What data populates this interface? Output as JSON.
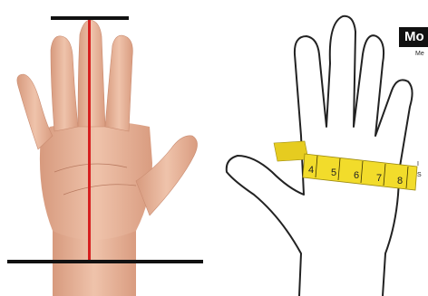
{
  "left_photo": {
    "line_color": "#d61f1f",
    "bar_color": "#111111",
    "skin_color": "#e8b49a"
  },
  "right_diagram": {
    "badge_text": "Mo",
    "subtext": "Me",
    "tape_ticks": [
      "4",
      "5",
      "6",
      "7",
      "8"
    ],
    "side_chars": [
      "I",
      "S"
    ],
    "tape_color": "#f2dc2b"
  }
}
